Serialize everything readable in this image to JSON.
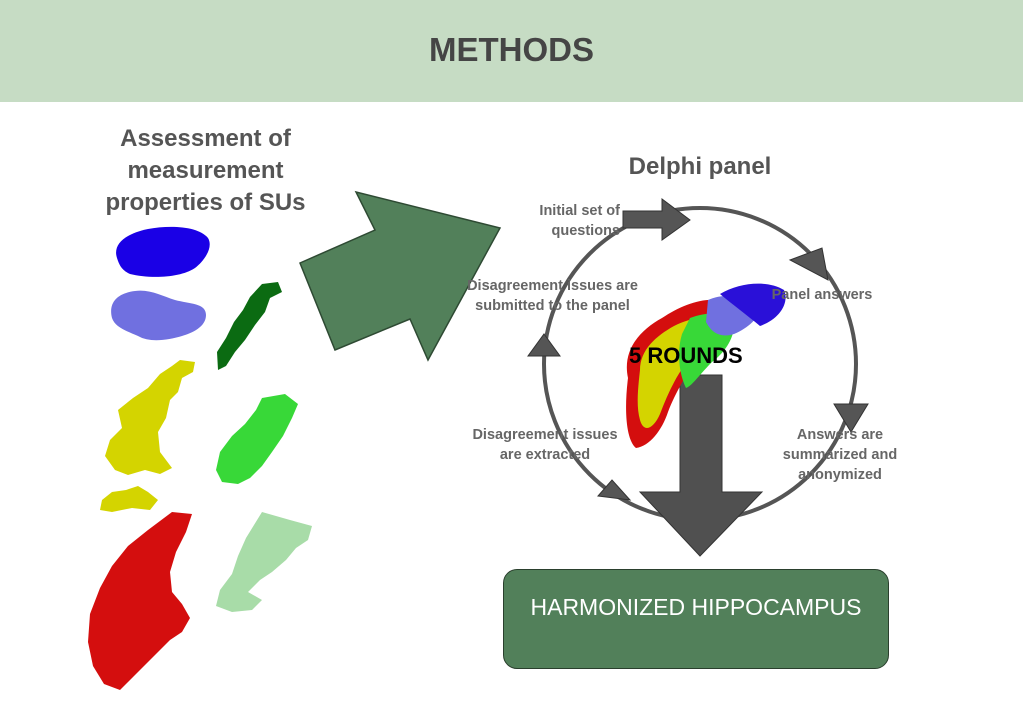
{
  "header": {
    "title": "METHODS"
  },
  "left": {
    "heading": "Assessment of measurement properties of SUs"
  },
  "delphi": {
    "title": "Delphi panel",
    "steps": [
      "Initial set of questions",
      "Panel answers",
      "Answers are summarized and anonymized",
      "Disagreement issues are extracted",
      "Disagreement issues are submitted to the panel"
    ],
    "rounds": "5 ROUNDS"
  },
  "result": {
    "label": "HARMONIZED HIPPOCAMPUS"
  },
  "colors": {
    "header_bg": "#c6dcc4",
    "arrow_green": "#52805a",
    "cycle_gray": "#555555",
    "segment_blue": "#1a00e6",
    "segment_lavender": "#7070e0",
    "segment_dark_green": "#0b6b12",
    "segment_yellow": "#d4d400",
    "segment_bright_green": "#38d838",
    "segment_red": "#d40e0e",
    "segment_pale_green": "#a8dca8"
  }
}
